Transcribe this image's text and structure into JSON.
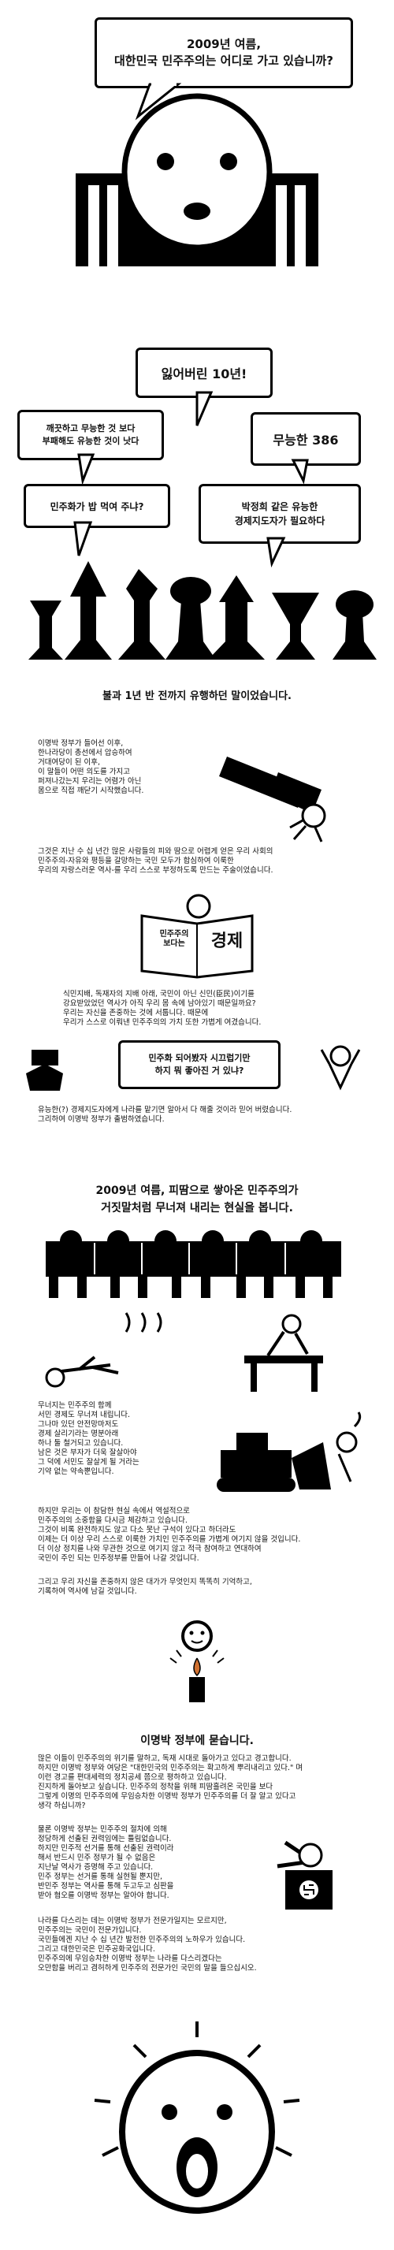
{
  "header": {
    "title_line1": "2009년 여름,",
    "title_line2": "대한민국 민주주의는 어디로 가고 있습니까?"
  },
  "panel2": {
    "bubble_lost": "잃어버린 10년!",
    "bubble_clean": "깨끗하고 무능한 것 보다\n부패해도 유능한 것이 낫다",
    "bubble_386": "무능한 386",
    "bubble_democracy": "민주화가 밥 먹여 주냐?",
    "bubble_leader": "박정희 같은 유능한\n경제지도자가 필요하다",
    "caption": "불과 1년 반 전까지 유행하던 말이었습니다."
  },
  "panel3": {
    "para1": "이명박 정부가 들어선 이후,\n한나라당이 총선에서 압승하여\n거대여당이 된 이후,\n이 말들이 어떤 의도를 가지고\n퍼져나갔는지 우리는 어렴가 아닌\n몸으로 직접 깨닫기 시작했습니다.",
    "para2": "그것은 지난 수 십 년간 많은 사람들의 피와 땀으로 어렵게 얻은 우리 사회의\n민주주의-자유와 평등을 갈망하는 국민 모두가 합심하여 이룩한\n우리의 자랑스러운 역사-를 우리 스스로 부정하도록 만드는 주술이었습니다.",
    "book_left": "민주주의\n보다는",
    "book_right": "경제",
    "para3": "식민지배, 독재자의 지배 아래, 국민이 아닌 신민(臣民)이기를\n강요받았었던 역사가 아직 우리 몸 속에 남아있기 때문일까요?\n우리는 자신을 존중하는 것에 서툽니다. 때문에\n우리가 스스로 이뤄낸 민주주의의 가치 또한 가볍게 여겼습니다.",
    "bubble_mid": "민주화 되어봤자 시끄럽기만\n하지 뭐 좋아진 거 있냐?",
    "para4": "유능한(?) 경제지도자에게 나라를 맡기면 알아서 다 해줄 것이라 믿어 버렸습니다.\n그리하여 이명박 정부가 출범하였습니다."
  },
  "panel4": {
    "caption_line1": "2009년 여름, 피땀으로 쌓아온 민주주의가",
    "caption_line2": "거짓말처럼 무너져 내리는 현실을 봅니다.",
    "para1": "무너지는 민주주의 함께\n서민 경제도 무너져 내립니다.\n그나마 있던 안전망마저도\n경제 살리기라는 명분아래\n하나 둘 철거되고 있습니다.\n남은 것은 부자가 더욱 잘살아야\n그 덕에 서민도 잘살게 될 거라는\n기약 없는 약속뿐입니다.",
    "para2": "하지만 우리는 이 참담한 현실 속에서 역설적으로\n민주주의의 소중함을 다시금 체감하고 있습니다.\n그것이 비록 완전하지도 않고 다소 못난 구석이 있다고 하더라도\n이제는 더 이상 우리 스스로 이룩한 가치인 민주주의를 가볍게 여기지 않을 것입니다.\n더 이상 정치를 나와 무관한 것으로 여기지 않고 적극 참여하고 연대하여\n국민이 주인 되는 민주정부를 만들어 나갈 것입니다.",
    "para3": "그리고 우리 자신을 존중하지 않은 대가가 무엇인지 똑똑히 기억하고,\n기록하여 역사에 남길 것입니다."
  },
  "panel5": {
    "heading": "이명박 정부에 묻습니다.",
    "para1": "많은 이들이 민주주의의 위기를 말하고, 독재 시대로 돌아가고 있다고 경고합니다.\n하지만 이명박 정부와 여당은 \"대한민국의 민주주의는 확고하게 뿌리내리고 있다.\" 며\n이런 경고를 편대세력의 정치공세 쯤으로 평하하고 있습니다.\n진지하게 돌아보고 싶습니다. 민주주의 정착을 위해 피땀흘려온 국민을 보다\n그렇게 이명의 민주주의에 무임승차한 이명박 정부가 민주주의를 더 잘 알고 있다고\n생각 하십니까?",
    "para2": "물론 이명박 정부는 민주주의 절차에 의해\n정당하게 선출된 권력임에는 틀림없습니다.\n하지만 민주적 선거를 통해 선출된 권력이라\n해서 반드시 민주 정부가 될 수 없음은\n지난날 역사가 증명해 주고 있습니다.\n민주 정부는 선거를 통해 실현될 뿐지만,\n반민주 정부는 역사를 통해 두고두고 심판을\n받아 혐오를 이명박 정부는 알아야 합니다.",
    "para3": "나라를 다스리는 데는 이명박 정부가 전문가일지는 모르지만,\n민주주의는 국민이 전문가입니다.\n국민들에겐 지난 수 십 년간 발전한 민주주의의 노하우가 있습니다.\n그리고 대한민국은 민주공화국입니다.\n민주주의에 무임승차한 이명박 정부는 나라를 다스리겠다는\n오만함을 버리고 겸허하게 민주주의 전문가인 국민의 말을 들으십시오."
  },
  "colors": {
    "ink": "#000000",
    "paper": "#ffffff",
    "accent_red": "#b02020"
  }
}
